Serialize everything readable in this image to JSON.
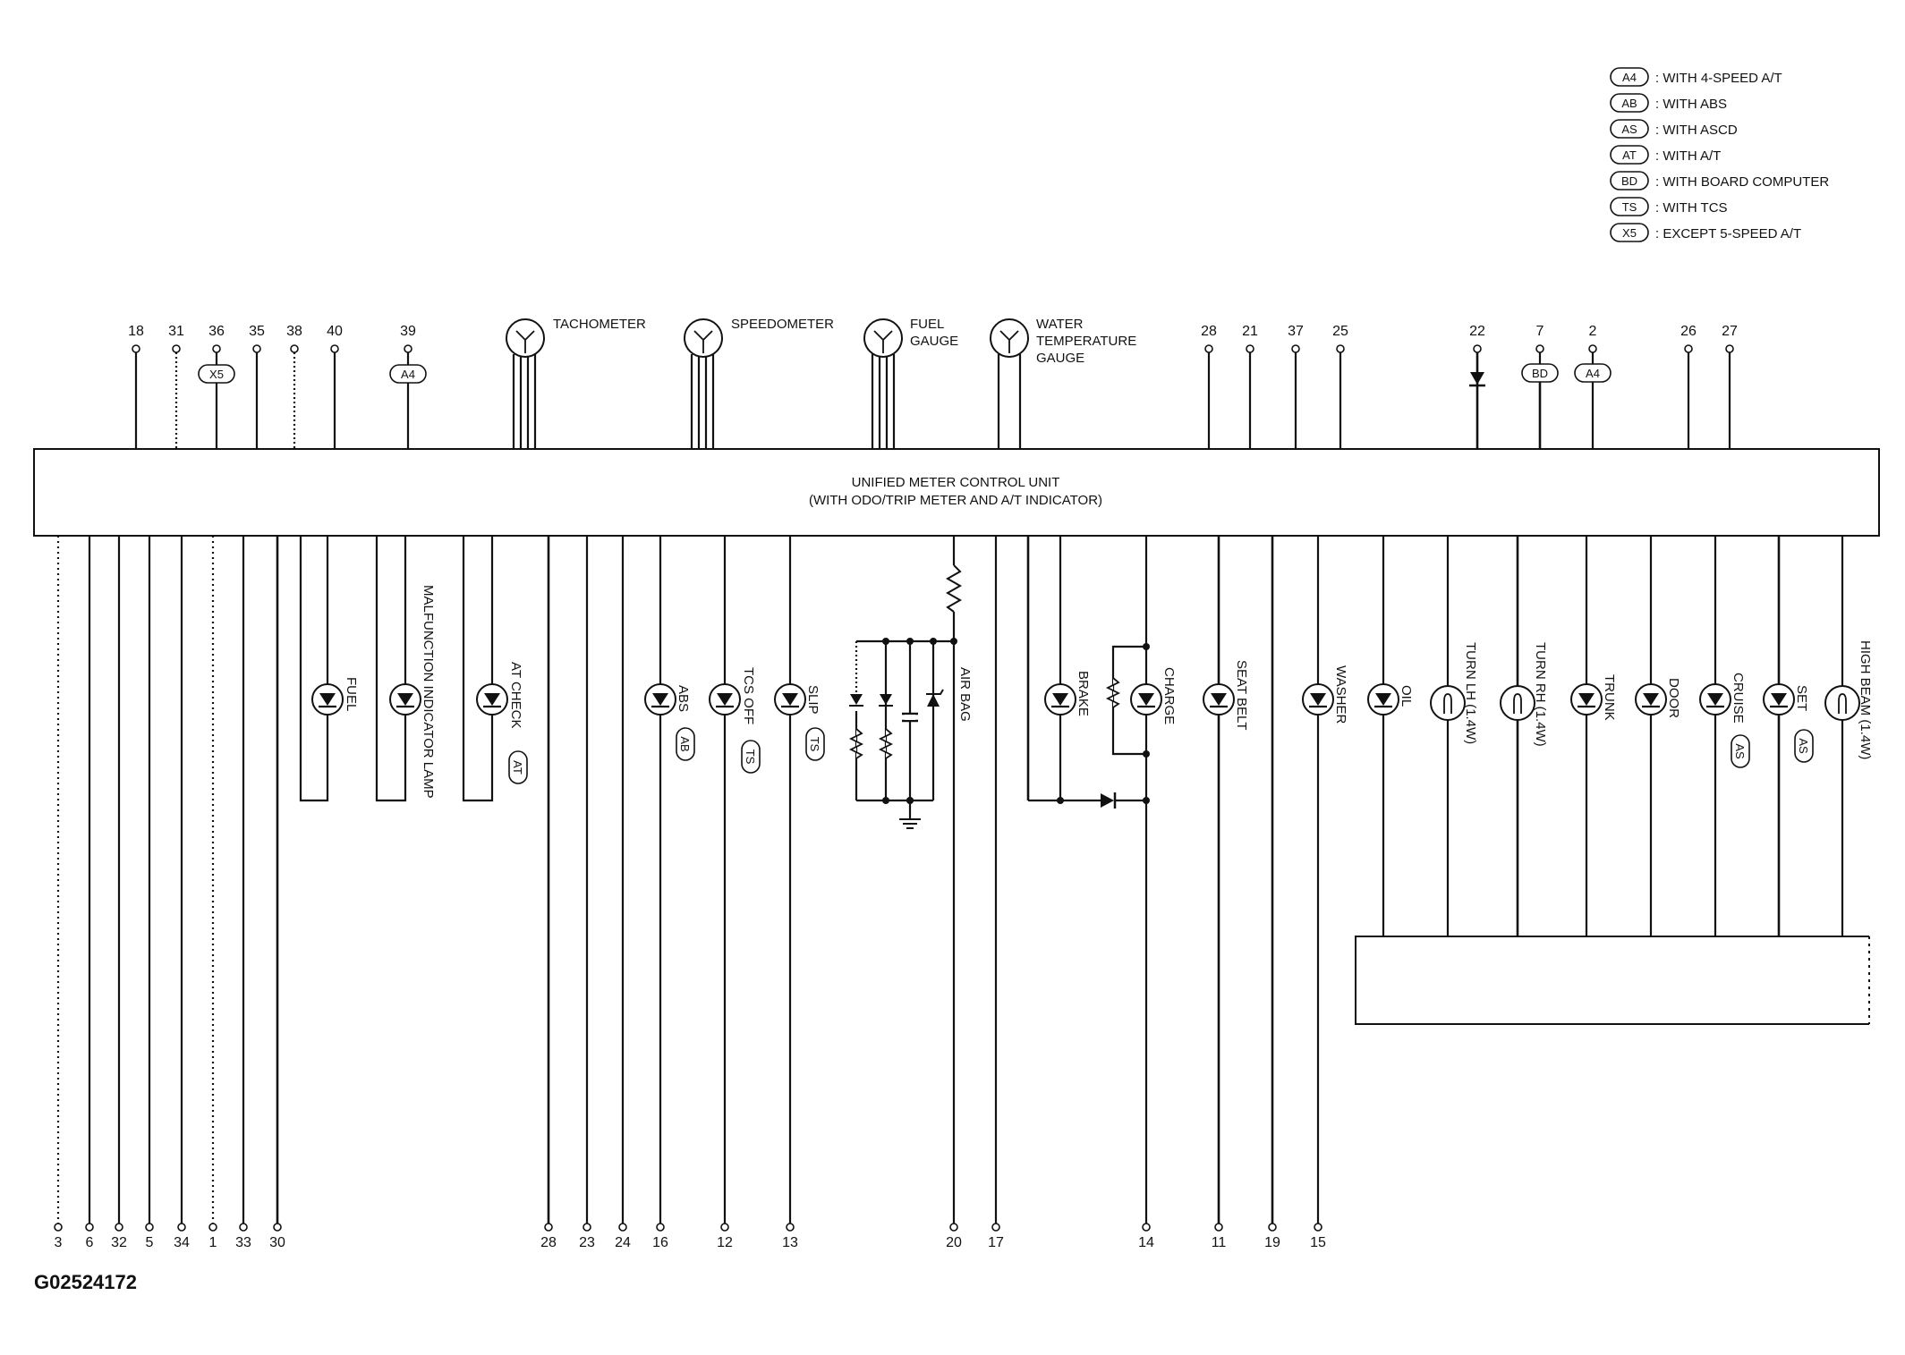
{
  "figure_id": "G02524172",
  "legend": [
    {
      "code": "A4",
      "text": ": WITH 4-SPEED A/T"
    },
    {
      "code": "AB",
      "text": ": WITH ABS"
    },
    {
      "code": "AS",
      "text": ": WITH ASCD"
    },
    {
      "code": "AT",
      "text": ": WITH A/T"
    },
    {
      "code": "BD",
      "text": ": WITH BOARD COMPUTER"
    },
    {
      "code": "TS",
      "text": ": WITH TCS"
    },
    {
      "code": "X5",
      "text": ": EXCEPT 5-SPEED A/T"
    }
  ],
  "control_unit": {
    "line1": "UNIFIED METER CONTROL UNIT",
    "line2": "(WITH ODO/TRIP METER AND A/T INDICATOR)"
  },
  "meters": [
    {
      "label": [
        "TACHOMETER"
      ]
    },
    {
      "label": [
        "SPEEDOMETER"
      ]
    },
    {
      "label": [
        "FUEL",
        "GAUGE"
      ]
    },
    {
      "label": [
        "WATER",
        "TEMPERATURE",
        "GAUGE"
      ]
    }
  ],
  "top_pins": [
    {
      "num": "18"
    },
    {
      "num": "31"
    },
    {
      "num": "36",
      "badge": "X5"
    },
    {
      "num": "35"
    },
    {
      "num": "38"
    },
    {
      "num": "40"
    },
    {
      "num": "39",
      "badge": "A4"
    },
    {
      "num": "28"
    },
    {
      "num": "21"
    },
    {
      "num": "37"
    },
    {
      "num": "25"
    },
    {
      "num": "22"
    },
    {
      "num": "7",
      "badge": "BD"
    },
    {
      "num": "2",
      "badge": "A4"
    },
    {
      "num": "26"
    },
    {
      "num": "27"
    }
  ],
  "bottom_pins": [
    "3",
    "6",
    "32",
    "5",
    "34",
    "1",
    "33",
    "30",
    "28",
    "23",
    "24",
    "16",
    "12",
    "13",
    "20",
    "17",
    "14",
    "11",
    "19",
    "15"
  ],
  "indicators": [
    {
      "label": "FUEL"
    },
    {
      "label": "MALFUNCTION INDICATOR LAMP"
    },
    {
      "label": "AT CHECK",
      "badge": "AT"
    },
    {
      "label": "ABS",
      "badge": "AB"
    },
    {
      "label": "TCS OFF",
      "badge": "TS"
    },
    {
      "label": "SLIP",
      "badge": "TS"
    },
    {
      "label": "AIR BAG"
    },
    {
      "label": "BRAKE"
    },
    {
      "label": "CHARGE"
    },
    {
      "label": "SEAT BELT"
    },
    {
      "label": "WASHER"
    },
    {
      "label": "OIL"
    },
    {
      "label": "TURN LH (1.4W)"
    },
    {
      "label": "TURN RH (1.4W)"
    },
    {
      "label": "TRUNK"
    },
    {
      "label": "DOOR"
    },
    {
      "label": "CRUISE",
      "badge": "AS"
    },
    {
      "label": "SET",
      "badge": "AS"
    },
    {
      "label": "HIGH BEAM (1.4W)"
    }
  ]
}
